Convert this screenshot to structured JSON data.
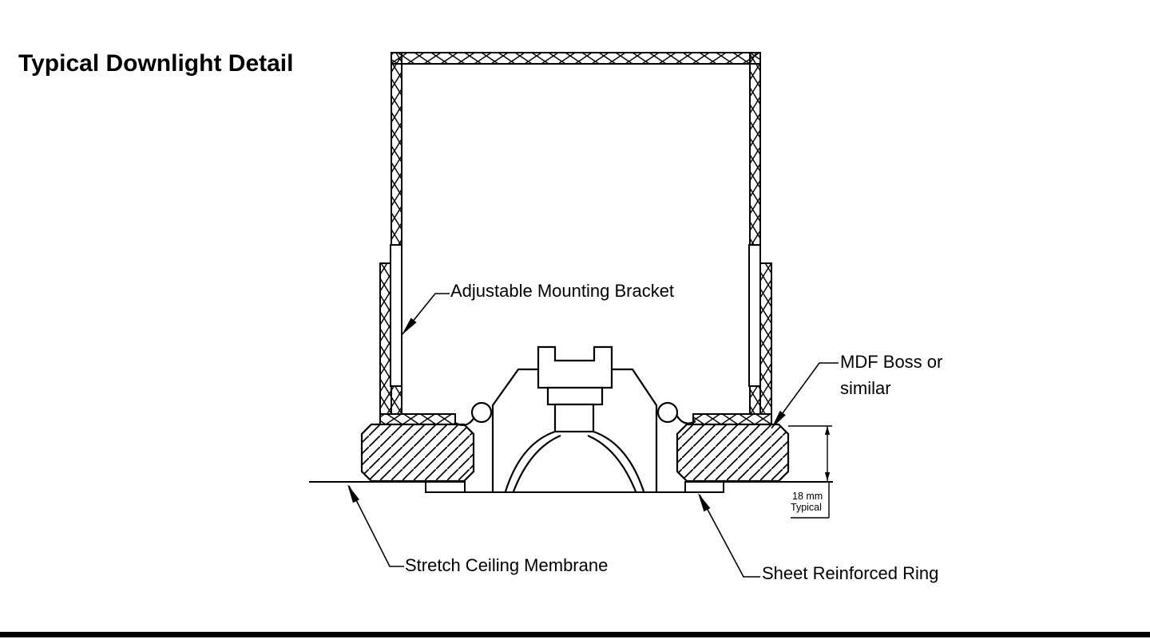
{
  "title": "Typical Downlight Detail",
  "drawing": {
    "type": "sectional construction detail of a recessed downlight in a stretch ceiling",
    "labels": {
      "bracket": "Adjustable Mounting Bracket",
      "mdf_boss_line1": "MDF Boss or",
      "mdf_boss_line2": "similar",
      "membrane": "Stretch Ceiling Membrane",
      "reinforced_ring": "Sheet Reinforced Ring"
    },
    "dimension": {
      "value": "18 mm",
      "qualifier": "Typical"
    },
    "colors": {
      "line": "#000000",
      "background": "#ffffff"
    }
  }
}
